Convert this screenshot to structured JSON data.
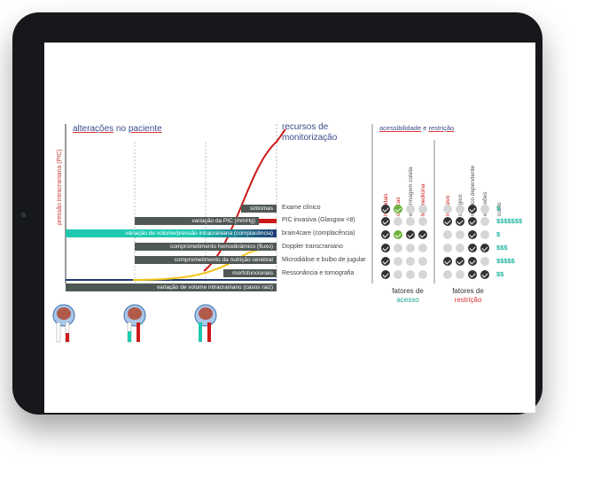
{
  "y_axis_label": "pressão intracraniana (PIC)",
  "title_left_1": "alterações",
  "title_left_2": " no ",
  "title_left_3": "paciente",
  "title_mid": "recursos de monitorização",
  "title_right_1": "acessibilidade",
  "title_right_2": " e ",
  "title_right_3": "restrição",
  "bars": [
    {
      "text": "sintomas"
    },
    {
      "text": "variação da PIC (mmHg)"
    },
    {
      "text": "variação de volume/pressão intracraniana (complacência)"
    },
    {
      "text": "comprometimento hemodinâmico (fluxo)"
    },
    {
      "text": "comprometimento da nutrição cerebral"
    },
    {
      "text": "morfofuncionais"
    },
    {
      "text": "variação de volume intracraniano (casos raiz)"
    }
  ],
  "resources": [
    "Exame clínico",
    "PIC invasiva (Glasgow <8)",
    "brain4care (complacência)",
    "Doppler transcraniano",
    "Microdiálise e bulbo de jugular",
    "Ressonância e tomografia"
  ],
  "columns": [
    "hospitais",
    "clínicas",
    "enfermagem coleta",
    "telemedicina",
    "invasivo",
    "cirúrgico",
    "médico dependente",
    "emissões",
    "custo"
  ],
  "costs": [
    "$",
    "$$$$$$$",
    "$",
    "$$$",
    "$$$$$",
    "$$"
  ],
  "grid": [
    [
      "c",
      "g",
      "n",
      "n",
      "n",
      "n",
      "c",
      "n"
    ],
    [
      "c",
      "n",
      "n",
      "n",
      "c",
      "c",
      "c",
      "n"
    ],
    [
      "c",
      "g",
      "c",
      "c",
      "n",
      "n",
      "c",
      "n"
    ],
    [
      "c",
      "n",
      "n",
      "n",
      "n",
      "n",
      "c",
      "c"
    ],
    [
      "c",
      "n",
      "n",
      "n",
      "c",
      "c",
      "c",
      "n"
    ],
    [
      "c",
      "n",
      "n",
      "n",
      "n",
      "n",
      "c",
      "c"
    ]
  ],
  "footer_access_1": "fatores de",
  "footer_access_2": "acesso",
  "footer_restr_1": "fatores de",
  "footer_restr_2": "restrição",
  "colors": {
    "teal": "#1ec9b0",
    "navy": "#1f3b73",
    "red": "#cc1a1a",
    "yellow": "#f0c419",
    "bar_gray": "#505854"
  }
}
